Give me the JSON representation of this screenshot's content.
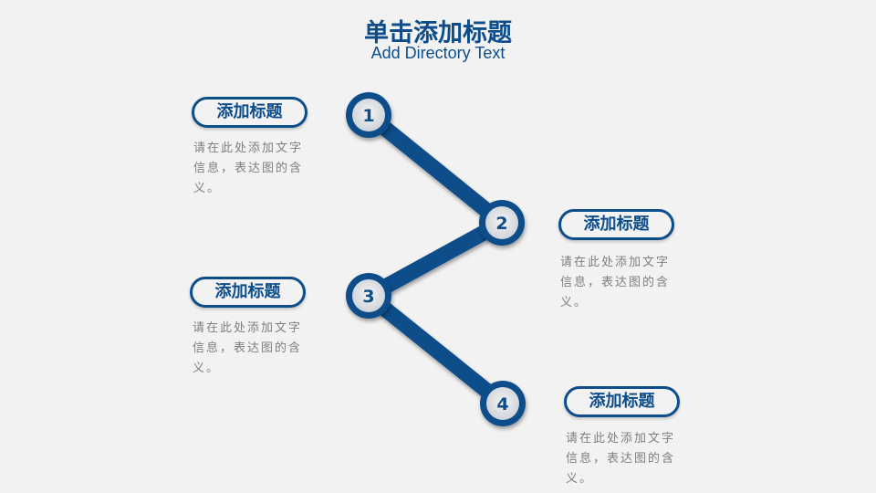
{
  "header": {
    "title": "单击添加标题",
    "subtitle": "Add Directory Text"
  },
  "steps": [
    {
      "num": "1",
      "label": "添加标题",
      "lines": [
        "请在此处添加文字",
        "信息，表达图的含",
        "义。"
      ]
    },
    {
      "num": "2",
      "label": "添加标题",
      "lines": [
        "请在此处添加文字",
        "信息，表达图的含",
        "义。"
      ]
    },
    {
      "num": "3",
      "label": "添加标题",
      "lines": [
        "请在此处添加文字",
        "信息，表达图的含",
        "义。"
      ]
    },
    {
      "num": "4",
      "label": "添加标题",
      "lines": [
        "请在此处添加文字",
        "信息，表达图的含",
        "义。"
      ]
    }
  ],
  "colors": {
    "primary": "#0d4d8a",
    "text": "#7f7f7f",
    "background": "#f2f2f2"
  }
}
